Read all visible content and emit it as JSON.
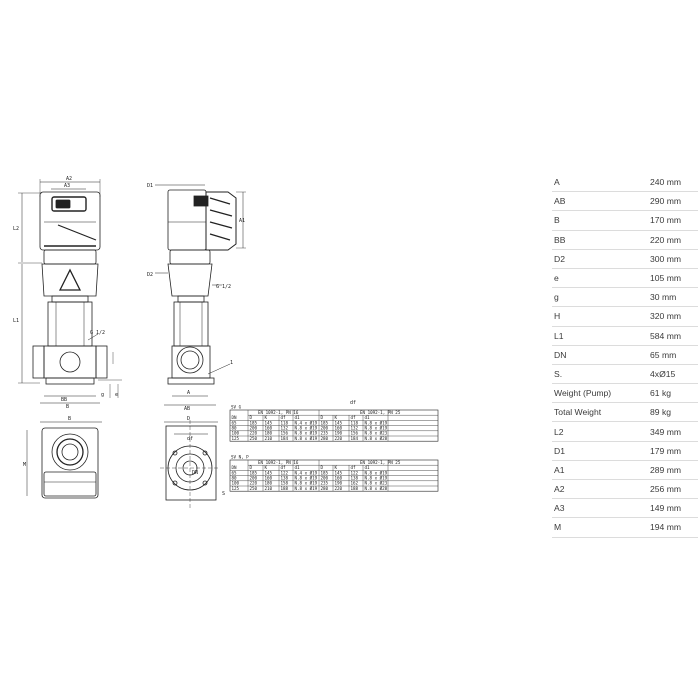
{
  "drawing": {
    "labels": {
      "A2": "A2",
      "A3": "A3",
      "L2": "L2",
      "L1": "L1",
      "G12a": "G 1/2",
      "BB": "BB",
      "B": "B",
      "g": "g",
      "e": "e",
      "D1": "D1",
      "A1": "A1",
      "D2": "D2",
      "G12b": "G 1/2",
      "one": "1",
      "A": "A",
      "AB": "AB",
      "Bbot": "B",
      "M": "M",
      "D": "D",
      "df": "df",
      "DN": "DN",
      "S": "S",
      "dfTop": "df"
    },
    "tables": [
      {
        "title": "SV G",
        "group1": "EN 1092-1, PN 16",
        "group2": "EN 1092-1, PN 25",
        "header": [
          "DN",
          "D",
          "K",
          "df",
          "d1",
          "D",
          "K",
          "df",
          "d1"
        ],
        "rows": [
          [
            "65",
            "185",
            "145",
            "118",
            "N.4 x Ø19",
            "185",
            "145",
            "118",
            "N.8 x Ø19"
          ],
          [
            "80",
            "200",
            "160",
            "132",
            "N.8 x Ø19",
            "200",
            "160",
            "132",
            "N.8 x Ø19"
          ],
          [
            "100",
            "220",
            "180",
            "156",
            "N.8 x Ø19",
            "235",
            "190",
            "156",
            "N.8 x Ø23"
          ],
          [
            "125",
            "250",
            "210",
            "184",
            "N.8 x Ø19",
            "280",
            "220",
            "184",
            "N.8 x Ø28"
          ]
        ]
      },
      {
        "title": "SV N, P",
        "group1": "EN 1092-1, PN 16",
        "group2": "EN 1092-1, PN 25",
        "header": [
          "DN",
          "D",
          "K",
          "df",
          "d1",
          "D",
          "K",
          "df",
          "d1"
        ],
        "rows": [
          [
            "65",
            "185",
            "145",
            "122",
            "N.4 x Ø19",
            "185",
            "145",
            "122",
            "N.8 x Ø19"
          ],
          [
            "80",
            "200",
            "160",
            "138",
            "N.8 x Ø19",
            "200",
            "160",
            "138",
            "N.8 x Ø19"
          ],
          [
            "100",
            "220",
            "180",
            "158",
            "N.8 x Ø19",
            "235",
            "190",
            "162",
            "N.8 x Ø23"
          ],
          [
            "125",
            "250",
            "210",
            "188",
            "N.8 x Ø19",
            "280",
            "220",
            "188",
            "N.8 x Ø28"
          ]
        ]
      }
    ]
  },
  "specs": [
    {
      "label": "A",
      "value": "240 mm"
    },
    {
      "label": "AB",
      "value": "290 mm"
    },
    {
      "label": "B",
      "value": "170 mm"
    },
    {
      "label": "BB",
      "value": "220 mm"
    },
    {
      "label": "D2",
      "value": "300 mm"
    },
    {
      "label": "e",
      "value": "105 mm"
    },
    {
      "label": "g",
      "value": "30 mm"
    },
    {
      "label": "H",
      "value": "320 mm"
    },
    {
      "label": "L1",
      "value": "584 mm"
    },
    {
      "label": "DN",
      "value": "65 mm"
    },
    {
      "label": "S.",
      "value": "4xØ15"
    },
    {
      "label": "Weight (Pump)",
      "value": "61 kg"
    },
    {
      "label": "Total Weight",
      "value": "89 kg"
    },
    {
      "label": "L2",
      "value": "349 mm"
    },
    {
      "label": "D1",
      "value": "179 mm"
    },
    {
      "label": "A1",
      "value": "289 mm"
    },
    {
      "label": "A2",
      "value": "256 mm"
    },
    {
      "label": "A3",
      "value": "149 mm"
    },
    {
      "label": "M",
      "value": "194 mm"
    }
  ]
}
